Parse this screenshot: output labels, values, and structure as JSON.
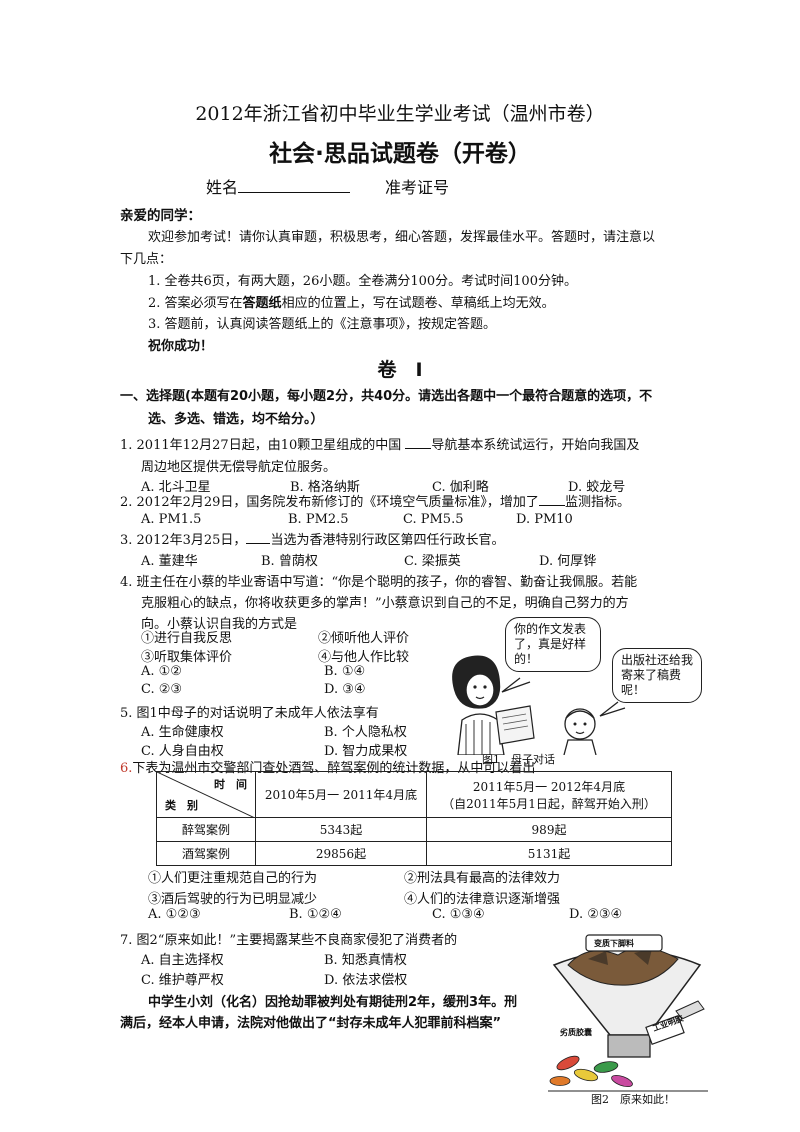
{
  "header": {
    "exam_title": "2012年浙江省初中毕业生学业考试（温州市卷）",
    "paper_title": "社会·思品试题卷（开卷）",
    "name_label": "姓名",
    "id_label": "准考证号"
  },
  "intro": {
    "greeting": "亲爱的同学：",
    "line1": "欢迎参加考试！请你认真审题，积极思考，细心答题，发挥最佳水平。答题时，请注意以",
    "line2": "下几点：",
    "note1": "1. 全卷共6页，有两大题，26小题。全卷满分100分。考试时间100分钟。",
    "note2_pre": "2. 答案必须写在",
    "note2_bold": "答题纸",
    "note2_post": "相应的位置上，写在试题卷、草稿纸上均无效。",
    "note3": "3. 答题前，认真阅读答题纸上的《注意事项》，按规定答题。",
    "wish": "祝你成功！"
  },
  "section": {
    "heading": "卷　I",
    "part_line1": "一、选择题(本题有20小题，每小题2分，共40分。请选出各题中一个最符合题意的选项，不",
    "part_line2": "选、多选、错选，均不给分。）"
  },
  "questions": {
    "q1_line1a": "1. 2011年12月27日起，由10颗卫星组成的中国",
    "q1_line1b": "导航基本系统试运行，开始向我国及",
    "q1_line2": "周边地区提供无偿导航定位服务。",
    "q1_options": [
      "A. 北斗卫星",
      "B. 格洛纳斯",
      "C. 伽利略",
      "D. 蛟龙号"
    ],
    "q2_line1a": "2. 2012年2月29日，国务院发布新修订的《环境空气质量标准》，增加了",
    "q2_line1b": "监测指标。",
    "q2_options": [
      "A. PM1.5",
      "B. PM2.5",
      "C. PM5.5",
      "D. PM10"
    ],
    "q3_line1a": "3. 2012年3月25日，",
    "q3_line1b": "当选为香港特别行政区第四任行政长官。",
    "q3_options": [
      "A. 董建华",
      "B. 曾荫权",
      "C. 梁振英",
      "D. 何厚铧"
    ],
    "q4_line1": "4. 班主任在小蔡的毕业寄语中写道：“你是个聪明的孩子，你的睿智、勤奋让我佩服。若能",
    "q4_line2": "克服粗心的缺点，你将收获更多的掌声！”小蔡意识到自己的不足，明确自己努力的方",
    "q4_line3": "向。小蔡认识自我的方式是",
    "q4_items": [
      "①进行自我反思",
      "②倾听他人评价",
      "③听取集体评价",
      "④与他人作比较"
    ],
    "q4_options": [
      "A. ①②",
      "B. ①④",
      "C. ②③",
      "D. ③④"
    ],
    "q5_line1": "5. 图1中母子的对话说明了未成年人依法享有",
    "q5_options": [
      "A. 生命健康权",
      "B. 个人隐私权",
      "C. 人身自由权",
      "D. 智力成果权"
    ],
    "q6_num": "6.",
    "q6_line1": "下表为温州市交警部门查处酒驾、醉驾案例的统计数据，从中可以看出",
    "q6_items": [
      "①人们更注重规范自己的行为",
      "②刑法具有最高的法律效力",
      "③酒后驾驶的行为已明显减少",
      "④人们的法律意识逐渐增强"
    ],
    "q6_options": [
      "A. ①②③",
      "B. ①②④",
      "C. ①③④",
      "D. ②③④"
    ],
    "q7_line1": "7. 图2“原来如此！”主要揭露某些不良商家侵犯了消费者的",
    "q7_options": [
      "A. 自主选择权",
      "B. 知悉真情权",
      "C. 维护尊严权",
      "D. 依法求偿权"
    ],
    "para_line1": "中学生小刘（化名）因抢劫罪被判处有期徒刑2年，缓刑3年。刑",
    "para_line2": "满后，经本人申请，法院对他做出了“封存未成年人犯罪前科档案”"
  },
  "table": {
    "header_time": "时　间",
    "header_type": "类　别",
    "col1": "2010年5月一 2011年4月底",
    "col2_line1": "2011年5月一 2012年4月底",
    "col2_line2": "（自2011年5月1日起，醉驾开始入刑）",
    "rows": [
      {
        "label": "醉驾案例",
        "v1": "5343起",
        "v2": "989起"
      },
      {
        "label": "酒驾案例",
        "v1": "29856起",
        "v2": "5131起"
      }
    ]
  },
  "figure1": {
    "bubble_left": "你的作文发表了，真是好样的！",
    "bubble_right": "出版社还给我寄来了稿费呢！",
    "caption": "图1　母子对话"
  },
  "figure2": {
    "label_top": "变质下脚料",
    "label_left": "劣质胶囊",
    "label_machine": "工业明胶",
    "caption": "图2　原来如此！"
  }
}
